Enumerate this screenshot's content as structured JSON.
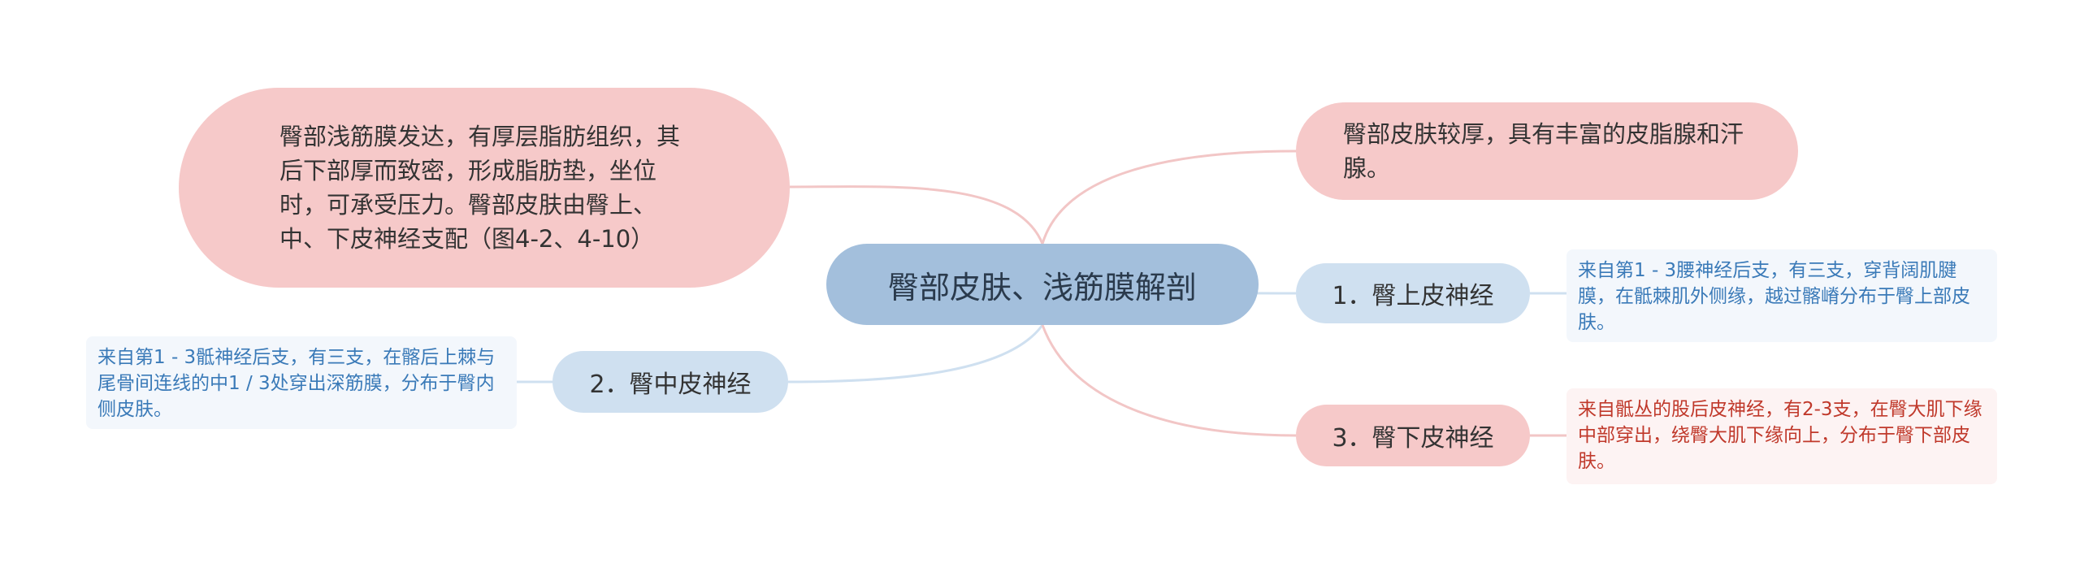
{
  "center": {
    "label": "臀部皮肤、浅筋膜解剖"
  },
  "top_left": {
    "text": "臀部浅筋膜发达，有厚层脂肪组织，其后下部厚而致密，形成脂肪垫，坐位时，可承受压力。臀部皮肤由臀上、中、下皮神经支配（图4-2、4-10）"
  },
  "top_right": {
    "text": "臀部皮肤较厚，具有丰富的皮脂腺和汗腺。"
  },
  "branches": [
    {
      "label": "1．臀上皮神经",
      "detail": "来自第1 - 3腰神经后支，有三支，穿背阔肌腱膜，在骶棘肌外侧缘，越过髂嵴分布于臀上部皮肤。"
    },
    {
      "label": "2．臀中皮神经",
      "detail": "来自第1 - 3骶神经后支，有三支，在髂后上棘与尾骨间连线的中1 / 3处穿出深筋膜，分布于臀内侧皮肤。"
    },
    {
      "label": "3．臀下皮神经",
      "detail": "来自骶丛的股后皮神经，有2-3支，在臀大肌下缘中部穿出，绕臀大肌下缘向上，分布于臀下部皮肤。"
    }
  ],
  "colors": {
    "center": "#a3bfdc",
    "pink": "#f6c9c9",
    "blue_pill": "#cfe0f0",
    "blue_text": "#3a7ab8",
    "red_text": "#c0392b"
  }
}
